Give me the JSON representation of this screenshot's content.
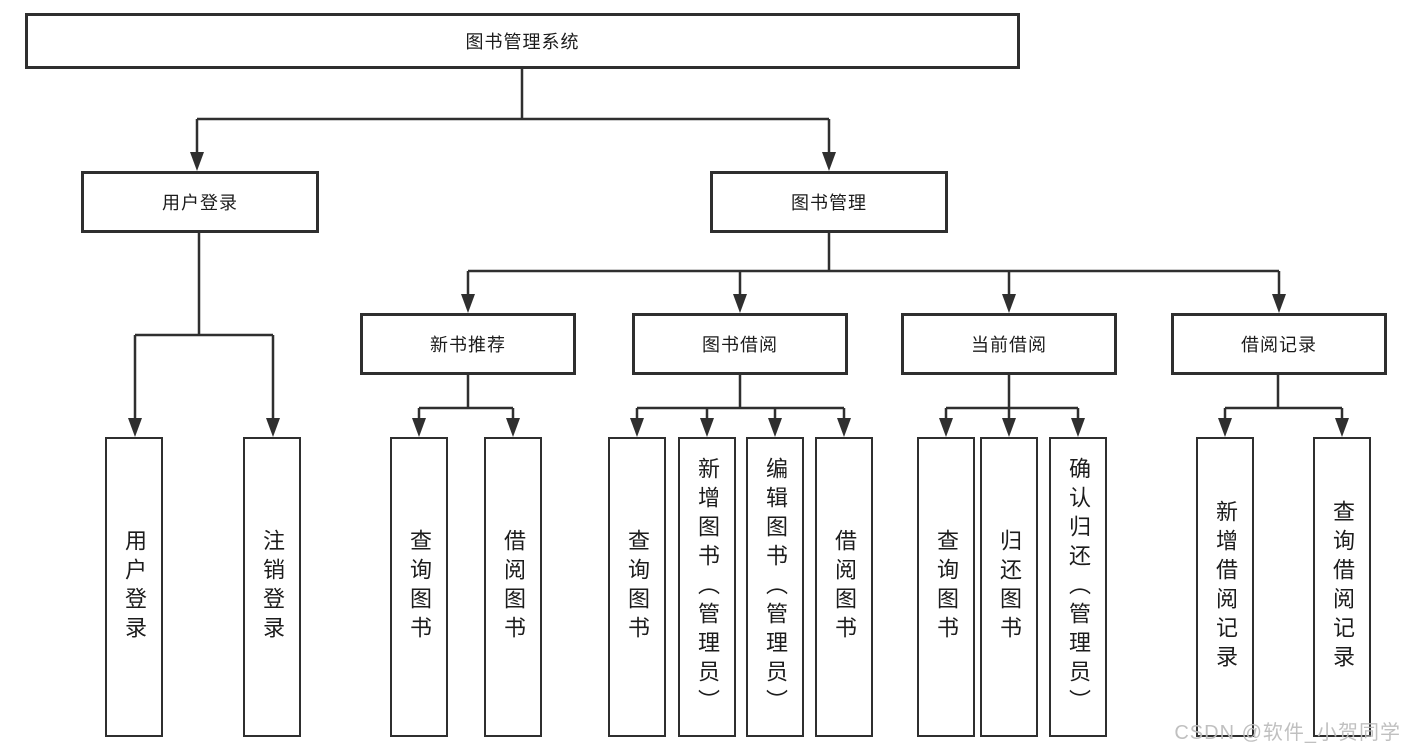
{
  "tree": {
    "label": "图书管理系统",
    "children": [
      {
        "label": "用户登录",
        "children": [
          {
            "label": "用户登录"
          },
          {
            "label": "注销登录"
          }
        ]
      },
      {
        "label": "图书管理",
        "children": [
          {
            "label": "新书推荐",
            "children": [
              {
                "label": "查询图书"
              },
              {
                "label": "借阅图书"
              }
            ]
          },
          {
            "label": "图书借阅",
            "children": [
              {
                "label": "查询图书"
              },
              {
                "label": "新增图书（管理员）"
              },
              {
                "label": "编辑图书（管理员）"
              },
              {
                "label": "借阅图书"
              }
            ]
          },
          {
            "label": "当前借阅",
            "children": [
              {
                "label": "查询图书"
              },
              {
                "label": "归还图书"
              },
              {
                "label": "确认归还（管理员）"
              }
            ]
          },
          {
            "label": "借阅记录",
            "children": [
              {
                "label": "新增借阅记录"
              },
              {
                "label": "查询借阅记录"
              }
            ]
          }
        ]
      }
    ]
  },
  "watermark": "CSDN @软件_小贺同学",
  "colors": {
    "line": "#2f2f2f",
    "text": "#1c1c1c",
    "background": "#ffffff",
    "watermark": "#bdbdbd"
  }
}
